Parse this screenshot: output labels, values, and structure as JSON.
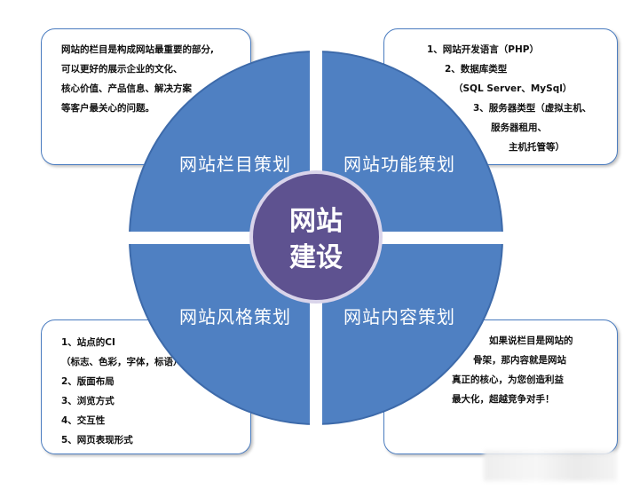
{
  "diagram": {
    "center_lines": [
      "网站",
      "建设"
    ],
    "quadrants": {
      "top_left": "网站栏目策划",
      "top_right": "网站功能策划",
      "bottom_left": "网站风格策划",
      "bottom_right": "网站内容策划"
    },
    "colors": {
      "circle": "#4f80c2",
      "circle_edge": "#3d6aaa",
      "hub": "#5e5290",
      "hub_edge": "#d9d4ea",
      "note_border": "#4a7cc0"
    }
  },
  "notes": {
    "top_left": [
      "网站的栏目是构成网站最重要的部分,",
      "可以更好的展示企业的文化、",
      "核心价值、产品信息、解决方案",
      "等客户最关心的问题。"
    ],
    "top_right": [
      "1、网站开发语言（PHP）",
      "2、数据库类型",
      "（SQL Server、MySql）",
      "3、服务器类型（虚拟主机、",
      "服务器租用、",
      "主机托管等）"
    ],
    "bottom_left": [
      "1、站点的CI",
      "（标志、色彩，字体，标语）",
      "2、版面布局",
      "3、浏览方式",
      "4、交互性",
      "5、网页表现形式"
    ],
    "bottom_right": [
      "如果说栏目是网站的",
      "骨架，那内容就是网站",
      "真正的核心，为您创造利益",
      "最大化，超越竞争对手！"
    ]
  }
}
